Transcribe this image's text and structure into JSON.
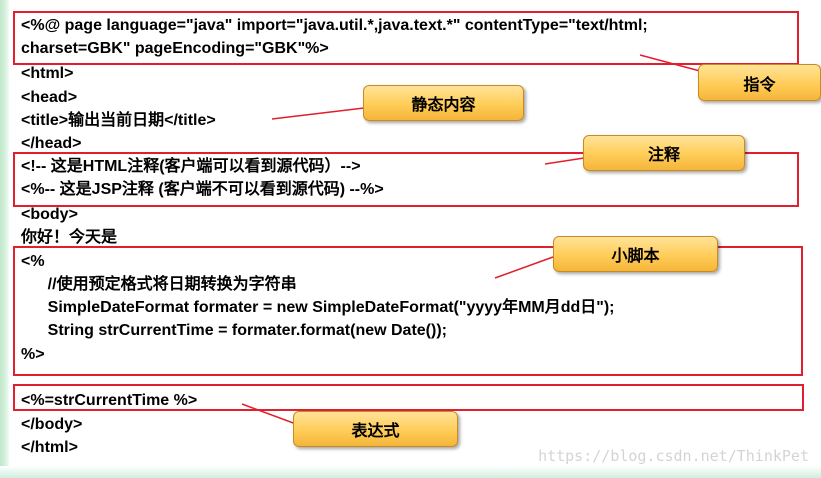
{
  "code_lines": [
    "<%@ page language=\"java\" import=\"java.util.*,java.text.*\" contentType=\"text/html;",
    "charset=GBK\" pageEncoding=\"GBK\"%>",
    "<html>",
    "<head>",
    "<title>输出当前日期</title>",
    "</head>",
    "<!-- 这是HTML注释(客户端可以看到源代码）-->",
    "<%-- 这是JSP注释 (客户端不可以看到源代码) --%>",
    "<body>",
    "你好！今天是",
    "<%",
    "      //使用预定格式将日期转换为字符串",
    "      SimpleDateFormat formater = new SimpleDateFormat(\"yyyy年MM月dd日\");",
    "      String strCurrentTime = formater.format(new Date());",
    "%>",
    "",
    "<%=strCurrentTime %>",
    "</body>",
    "</html>"
  ],
  "callouts": {
    "directive": "指令",
    "static_content": "静态内容",
    "comment": "注释",
    "scriptlet": "小脚本",
    "expression": "表达式"
  },
  "colors": {
    "box_border": "#e0202e",
    "callout_fill": "#ffcd57",
    "callout_border": "#c98b20"
  },
  "watermark": "https://blog.csdn.net/ThinkPet"
}
